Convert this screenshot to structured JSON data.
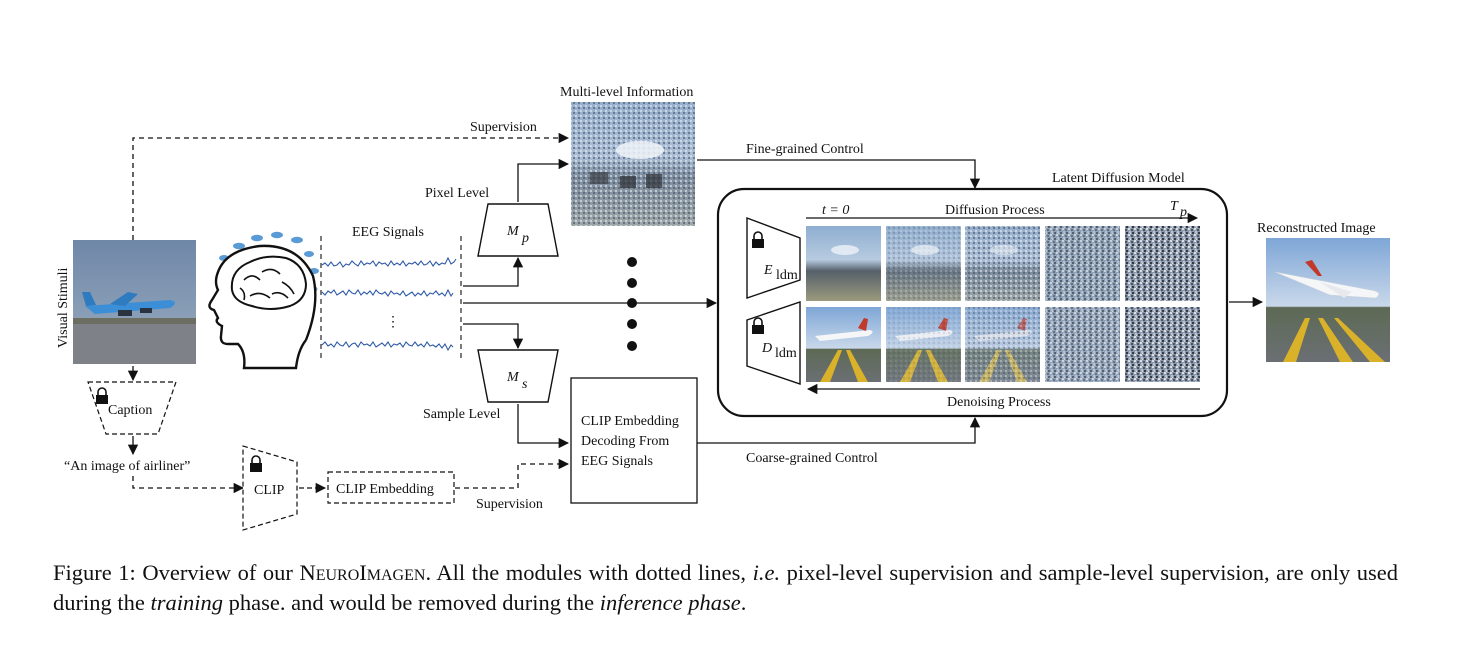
{
  "diagram": {
    "labels": {
      "supervision_top": "Supervision",
      "multilevel_info": "Multi-level Information",
      "fine_control": "Fine-grained Control",
      "latent_diffusion": "Latent Diffusion Model",
      "pixel_level": "Pixel Level",
      "eeg_signals": "EEG Signals",
      "visual_stimuli": "Visual Stimuli",
      "caption_box": "Caption",
      "caption_text": "“An image of airliner”",
      "clip": "CLIP",
      "clip_embedding": "CLIP Embedding",
      "supervision_bottom": "Supervision",
      "sample_level": "Sample Level",
      "clip_decoding_line1": "CLIP Embedding",
      "clip_decoding_line2": "Decoding From",
      "clip_decoding_line3": "EEG Signals",
      "coarse_control": "Coarse-grained Control",
      "t_zero": "t = 0",
      "diffusion_process": "Diffusion Process",
      "t_p_main": "T",
      "t_p_sub": "p",
      "denoising_process": "Denoising Process",
      "reconstructed_image": "Reconstructed Image",
      "mp_main": "M",
      "mp_sub": "p",
      "ms_main": "M",
      "ms_sub": "s",
      "e_main": "E",
      "e_sub": "ldm",
      "d_main": "D",
      "d_sub": "ldm",
      "eeg_dots": "⋮"
    }
  },
  "figure_caption": {
    "prefix": "Figure 1: Overview of our ",
    "model_name": "NeuroImagen",
    "part1": ". All the modules with dotted lines, ",
    "ie": "i.e.",
    "part2": " pixel-level supervision and sample-level supervision, are only used during the ",
    "training": "training",
    "part3": " phase. and would be removed during the ",
    "inference": "inference phase",
    "part4": "."
  },
  "colors": {
    "line": "#111111",
    "eeg_wave": "#2f5aa8",
    "electrode": "#5b9bd5",
    "sky": "#6f8fb5",
    "noise_a": "#8fa3c2",
    "runway": "#6b6f74",
    "stripe": "#d9b22a",
    "plane_tail": "#c0392b"
  }
}
